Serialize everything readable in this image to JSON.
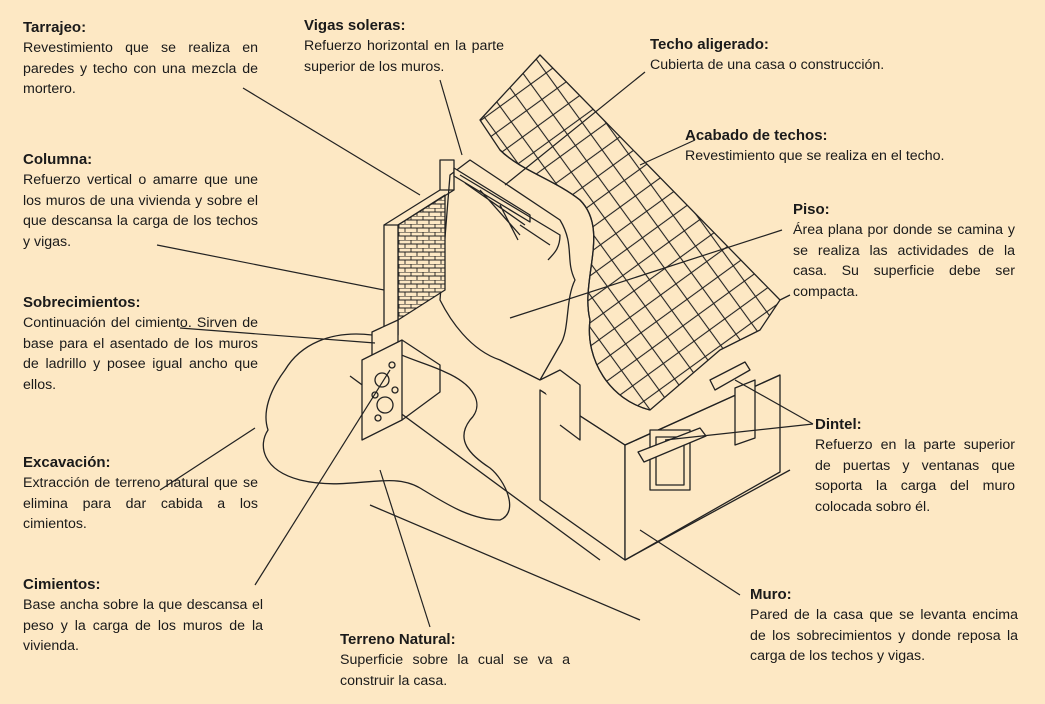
{
  "colors": {
    "background": "#fde8c4",
    "ink": "#1a1a1a"
  },
  "labels": {
    "tarrajeo": {
      "title": "Tarrajeo:",
      "desc": "Revestimiento que se realiza en paredes y techo con una mezcla de mortero."
    },
    "vigas_soleras": {
      "title": "Vigas soleras:",
      "desc": "Refuerzo horizontal en la parte superior de los muros."
    },
    "techo_aligerado": {
      "title": "Techo aligerado:",
      "desc": "Cubierta de una casa o construcción."
    },
    "acabado_techos": {
      "title": "Acabado de techos:",
      "desc": "Revestimiento que se realiza en el techo."
    },
    "columna": {
      "title": "Columna:",
      "desc": "Refuerzo vertical o amarre que une los muros de una vivienda y sobre el que descansa la carga de los techos y vigas."
    },
    "piso": {
      "title": "Piso:",
      "desc": "Área plana por donde se camina y se realiza las actividades de la casa. Su superficie debe ser compacta."
    },
    "sobrecimientos": {
      "title": "Sobrecimientos:",
      "desc": "Continuación del cimiento. Sirven de base para el asentado de los muros de ladrillo y posee igual ancho que ellos."
    },
    "dintel": {
      "title": "Dintel:",
      "desc": "Refuerzo en la parte superior de puertas y ventanas que soporta la carga del muro colocada sobro él."
    },
    "excavacion": {
      "title": "Excavación:",
      "desc": "Extracción de terreno natural que se elimina para dar cabida a los cimientos."
    },
    "cimientos": {
      "title": "Cimientos:",
      "desc": "Base ancha sobre la que descansa el peso y la carga de los muros de la vivienda."
    },
    "terreno_natural": {
      "title": "Terreno Natural:",
      "desc": "Superficie sobre la cual se va a construir la casa."
    },
    "muro": {
      "title": "Muro:",
      "desc": "Pared de la casa que se levanta encima de los sobrecimientos y donde reposa la carga de los techos y vigas."
    }
  }
}
